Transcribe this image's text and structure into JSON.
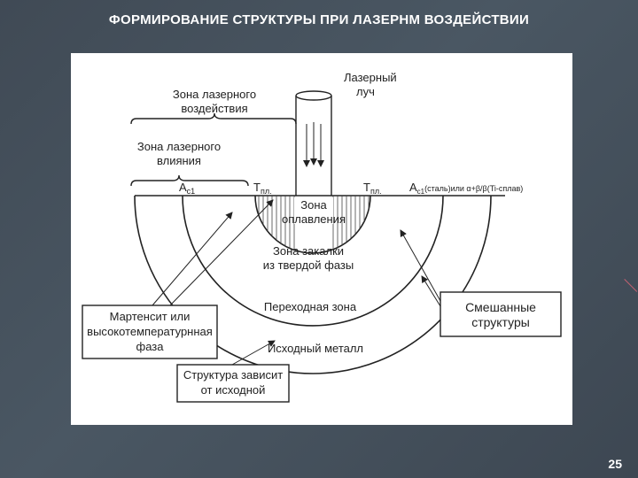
{
  "slide": {
    "title": "ФОРМИРОВАНИЕ СТРУКТУРЫ ПРИ ЛАЗЕРНМ ВОЗДЕЙСТВИИ",
    "page_number": "25"
  },
  "diagram": {
    "laser_beam_line1": "Лазерный",
    "laser_beam_line2": "луч",
    "laser_impact_zone_line1": "Зона лазерного",
    "laser_impact_zone_line2": "воздействия",
    "laser_influence_zone_line1": "Зона лазерного",
    "laser_influence_zone_line2": "влияния",
    "ac1_label": "A",
    "ac1_sub": "c1",
    "tpl_left_label": "T",
    "tpl_left_sub": "пл.",
    "tpl_right_label": "T",
    "tpl_right_sub": "пл.",
    "ac1_right_label": "A",
    "ac1_right_sub": "c1",
    "ac1_right_note": "(сталь)или α+β/β(Ti-сплав)",
    "melt_zone_line1": "Зона",
    "melt_zone_line2": "оплавления",
    "hardening_zone_line1": "Зона закалки",
    "hardening_zone_line2": "из твердой фазы",
    "transition_zone": "Переходная зона",
    "base_metal": "Исходный металл",
    "martensite_box_line1": "Мартенсит или",
    "martensite_box_line2": "высокотемпературнная",
    "martensite_box_line3": "фаза",
    "mixed_box_line1": "Смешанные",
    "mixed_box_line2": "структуры",
    "structure_box_line1": "Структура зависит",
    "structure_box_line2": "от исходной"
  }
}
